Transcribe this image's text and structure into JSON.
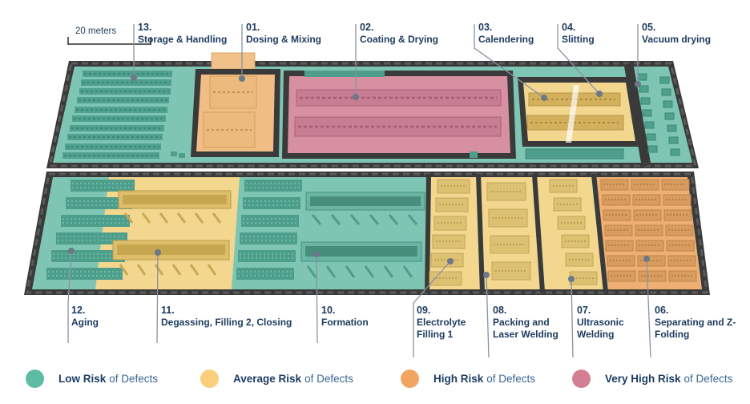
{
  "scale_bar": {
    "label": "20 meters"
  },
  "zone_colors": {
    "low": "#7ec5b3",
    "average": "#f3d78f",
    "high": "#efaf73",
    "high_light": "#f0be85",
    "very_high": "#d690a1"
  },
  "process_labels_top": [
    {
      "number": "13.",
      "name": "Storage & Handling",
      "risk": "low"
    },
    {
      "number": "01.",
      "name": "Dosing & Mixing",
      "risk": "high"
    },
    {
      "number": "02.",
      "name": "Coating & Drying",
      "risk": "very_high"
    },
    {
      "number": "03.",
      "name": "Calendering",
      "risk": "average"
    },
    {
      "number": "04.",
      "name": "Slitting",
      "risk": "average"
    },
    {
      "number": "05.",
      "name": "Vacuum drying",
      "risk": "low"
    }
  ],
  "process_labels_bottom": [
    {
      "number": "12.",
      "name": "Aging",
      "risk": "low"
    },
    {
      "number": "11.",
      "name": "Degassing, Filling 2, Closing",
      "risk": "average"
    },
    {
      "number": "10.",
      "name": "Formation",
      "risk": "low"
    },
    {
      "number": "09.",
      "name": "Electrolyte Filling 1",
      "risk": "average"
    },
    {
      "number": "08.",
      "name": "Packing and Laser Welding",
      "risk": "average"
    },
    {
      "number": "07.",
      "name": "Ultrasonic Welding",
      "risk": "average"
    },
    {
      "number": "06.",
      "name": "Separating and Z-Folding",
      "risk": "high"
    }
  ],
  "legend": [
    {
      "level": "Low Risk",
      "suffix": "of Defects",
      "color": "#5fbca4"
    },
    {
      "level": "Average Risk",
      "suffix": "of Defects",
      "color": "#f9cf7c"
    },
    {
      "level": "High Risk",
      "suffix": "of Defects",
      "color": "#f2a562"
    },
    {
      "level": "Very High Risk",
      "suffix": "of Defects",
      "color": "#d37e93"
    }
  ]
}
